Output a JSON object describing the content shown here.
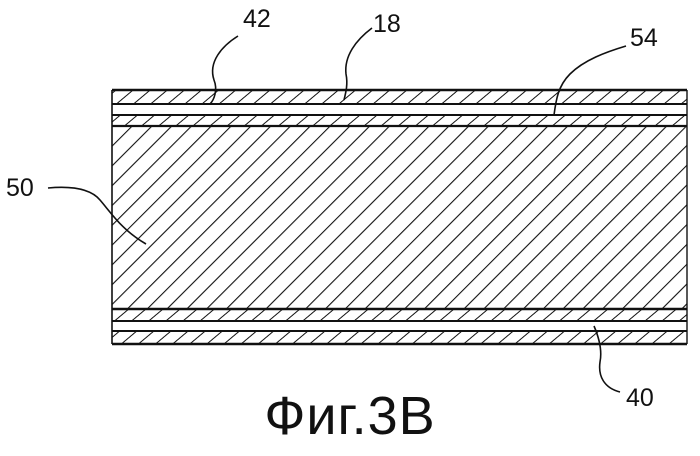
{
  "figure": {
    "caption": "Фиг.3В",
    "labels": {
      "layer_42": "42",
      "layer_18": "18",
      "layer_54": "54",
      "core_50": "50",
      "layer_40": "40"
    }
  },
  "colors": {
    "ink": "#111111",
    "paper": "#ffffff"
  }
}
